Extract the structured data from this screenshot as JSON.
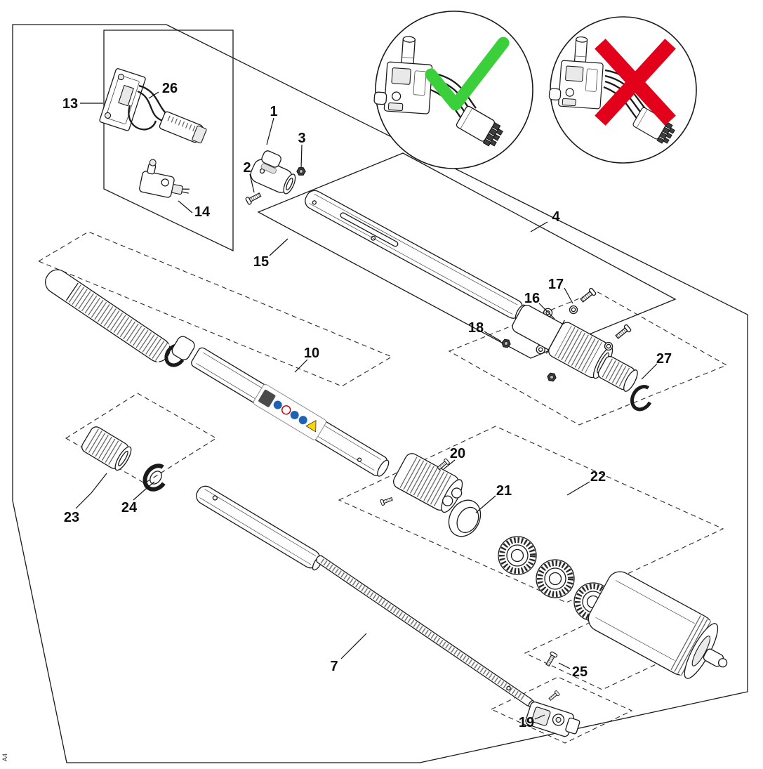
{
  "diagram": {
    "sheet_marker": "A4",
    "verdict": {
      "correct_color": "#3ccf3c",
      "wrong_color": "#e2001a"
    },
    "label_colors": {
      "sticker_blue": "#1d62b4",
      "sticker_yellow": "#ffd400"
    },
    "part_labels": {
      "p1": "1",
      "p2": "2",
      "p3": "3",
      "p4": "4",
      "p7": "7",
      "p10": "10",
      "p13": "13",
      "p14": "14",
      "p15": "15",
      "p16": "16",
      "p17": "17",
      "p18": "18",
      "p19": "19",
      "p20": "20",
      "p21": "21",
      "p22": "22",
      "p23": "23",
      "p24": "24",
      "p25": "25",
      "p26": "26",
      "p27": "27"
    }
  }
}
